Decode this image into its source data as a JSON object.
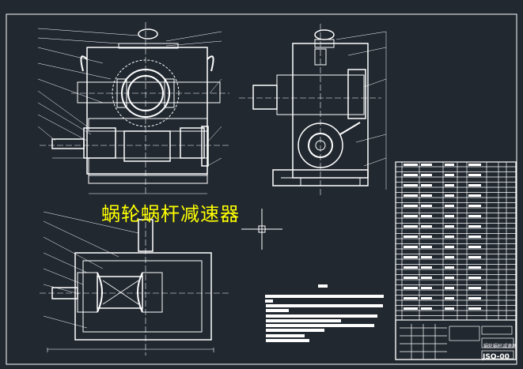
{
  "drawing": {
    "title": "蜗轮蜗杆减速器",
    "drawing_number": "JSQ-00",
    "title_block_name": "蜗轮蜗杆减速器"
  },
  "colors": {
    "background": "#212830",
    "lines": "#ffffff",
    "title": "#ffff00"
  },
  "icons": {
    "cursor": "crosshair-cursor-icon"
  }
}
